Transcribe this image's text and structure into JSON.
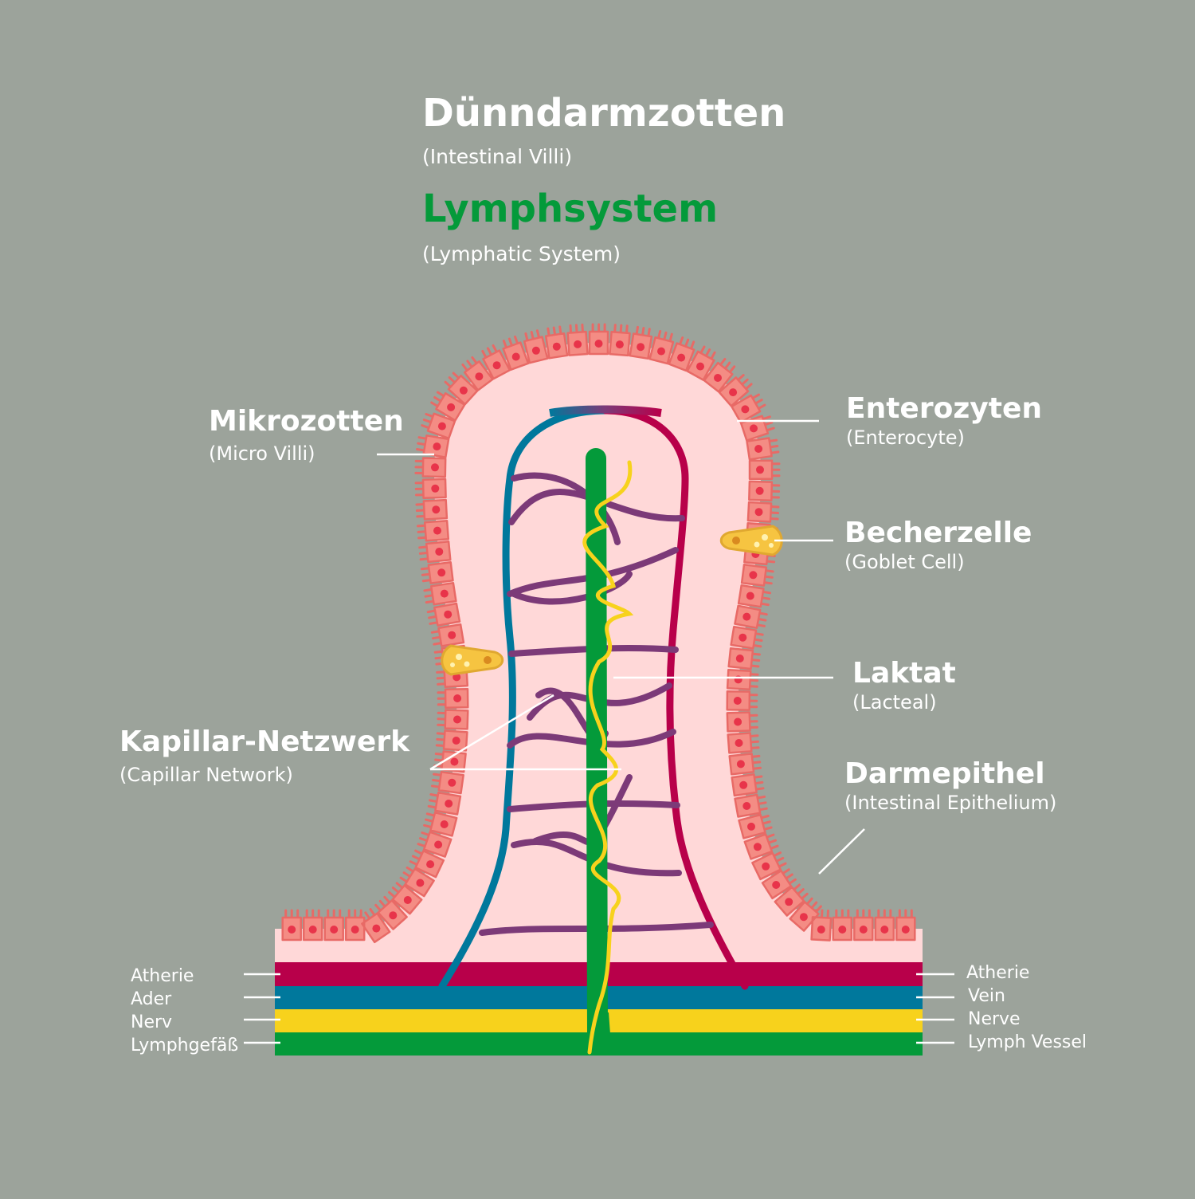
{
  "colors": {
    "background": "#9ca39b",
    "artery": "#b8004a",
    "vein": "#00789c",
    "nerve": "#f7d21c",
    "lymph": "#049a3a",
    "villus_fill": "#ffd8d8",
    "cell_fill": "#f48c84",
    "cell_stroke": "#e86a66",
    "nucleus": "#e8344a",
    "goblet": "#f6c441",
    "mixed_vessel": "#7c3a78",
    "text": "#ffffff"
  },
  "header": {
    "title": "Dünndarmzotten",
    "title_en": "(Intestinal Villi)",
    "subtitle": "Lymphsystem",
    "subtitle_en": "(Lymphatic System)"
  },
  "labels": {
    "microvilli": {
      "de": "Mikrozotten",
      "en": "(Micro Villi)"
    },
    "enterocyte": {
      "de": "Enterozyten",
      "en": "(Enterocyte)"
    },
    "goblet": {
      "de": "Becherzelle",
      "en": "(Goblet Cell)"
    },
    "lacteal": {
      "de": "Laktat",
      "en": "(Lacteal)"
    },
    "capillary": {
      "de": "Kapillar-Netzwerk",
      "en": "(Capillar Network)"
    },
    "epithelium": {
      "de": "Darmepithel",
      "en": "(Intestinal Epithelium)"
    }
  },
  "layers": {
    "left": [
      "Atherie",
      "Ader",
      "Nerv",
      "Lymphgefäß"
    ],
    "right": [
      "Atherie",
      "Vein",
      "Nerve",
      "Lymph Vessel"
    ]
  }
}
